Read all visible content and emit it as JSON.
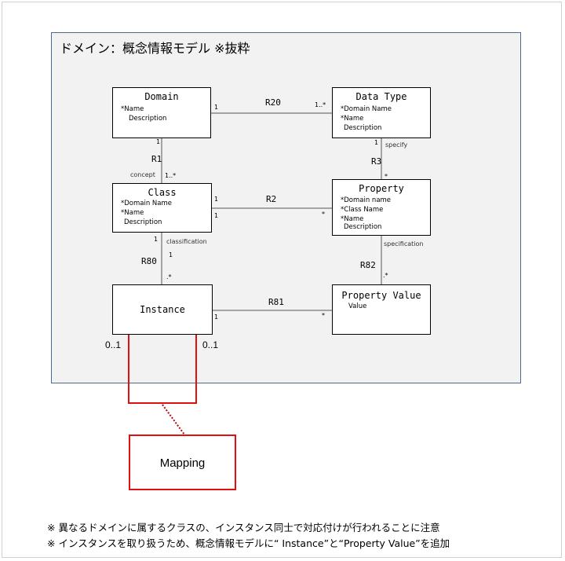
{
  "panel": {
    "title": "ドメイン：概念情報モデル ※抜粋"
  },
  "entities": {
    "domain": {
      "name": "Domain",
      "attrs": [
        "*Name",
        "Description"
      ]
    },
    "datatype": {
      "name": "Data Type",
      "attrs": [
        "*Domain Name",
        "*Name",
        "Description"
      ]
    },
    "class": {
      "name": "Class",
      "attrs": [
        "*Domain Name",
        "*Name",
        "Description"
      ]
    },
    "property": {
      "name": "Property",
      "attrs": [
        "*Domain name",
        "*Class Name",
        "*Name",
        "Description"
      ]
    },
    "instance": {
      "name": "Instance",
      "attrs": []
    },
    "propvalue": {
      "name": "Property Value",
      "attrs": [
        "Value"
      ]
    }
  },
  "relations": {
    "r20": {
      "label": "R20",
      "from_mult": "1",
      "to_mult": "1..*"
    },
    "r1": {
      "label": "R1",
      "from_mult": "1",
      "to_mult": "1..*",
      "role": "concept"
    },
    "r3": {
      "label": "R3",
      "from_mult": "1",
      "to_mult": "*",
      "role": "specify"
    },
    "r2": {
      "label": "R2",
      "from_mult_top": "1",
      "from_mult_bottom": "1",
      "to_mult": "*"
    },
    "r80": {
      "label": "R80",
      "from_mult": "1",
      "mid_mult": "1",
      "to_mult": ".*",
      "role": "classification"
    },
    "r82": {
      "label": "R82",
      "to_mult": ".*",
      "role": "specification"
    },
    "r81": {
      "label": "R81",
      "from_mult": "1",
      "to_mult": "*"
    }
  },
  "mapping": {
    "label": "Mapping",
    "left_mult": "0..1",
    "right_mult": "0..1"
  },
  "notes": [
    "※ 異なるドメインに属するクラスの、インスタンス同士で対応付けが行われることに注意",
    "※ インスタンスを取り扱うため、概念情報モデルに“ Instance”と“Property Value”を追加"
  ],
  "colors": {
    "panel_border": "#4a6a94",
    "panel_fill": "#f2f2f2",
    "mapping": "#e01010"
  }
}
